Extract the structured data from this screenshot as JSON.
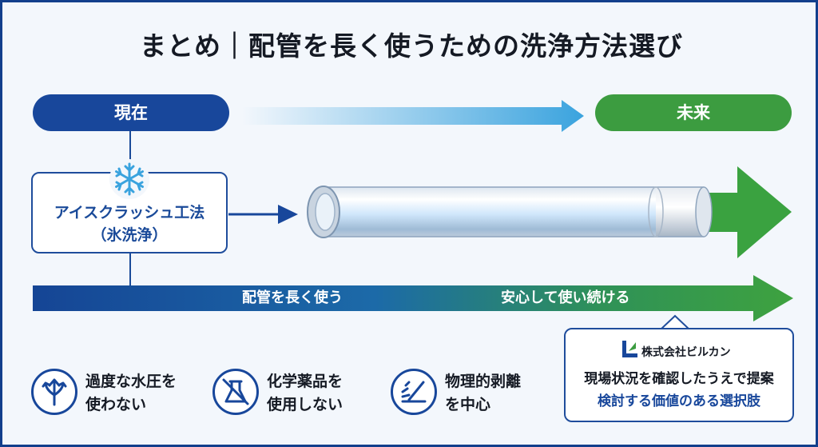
{
  "title": "まとめ｜配管を長く使うための洗浄方法選び",
  "timeline": {
    "current_label": "現在",
    "future_label": "未来"
  },
  "method": {
    "name": "アイスクラッシュ工法",
    "subtitle": "（氷洗浄）"
  },
  "band": {
    "left_label": "配管を長く使う",
    "right_label": "安心して使い続ける"
  },
  "features": [
    {
      "icon": "upward-arrows-icon",
      "line1": "過度な水圧を",
      "line2": "使わない"
    },
    {
      "icon": "no-chemicals-icon",
      "line1": "化学薬品を",
      "line2": "使用しない"
    },
    {
      "icon": "scraping-icon",
      "line1": "物理的剥離",
      "line2": "を中心"
    }
  ],
  "callout": {
    "company": "株式会社ビルカン",
    "line1": "現場状況を確認したうえで提案",
    "line2": "検討する価値のある選択肢"
  },
  "colors": {
    "navy": "#18479b",
    "green": "#3c9c40",
    "light_blue": "#3aa3de"
  }
}
